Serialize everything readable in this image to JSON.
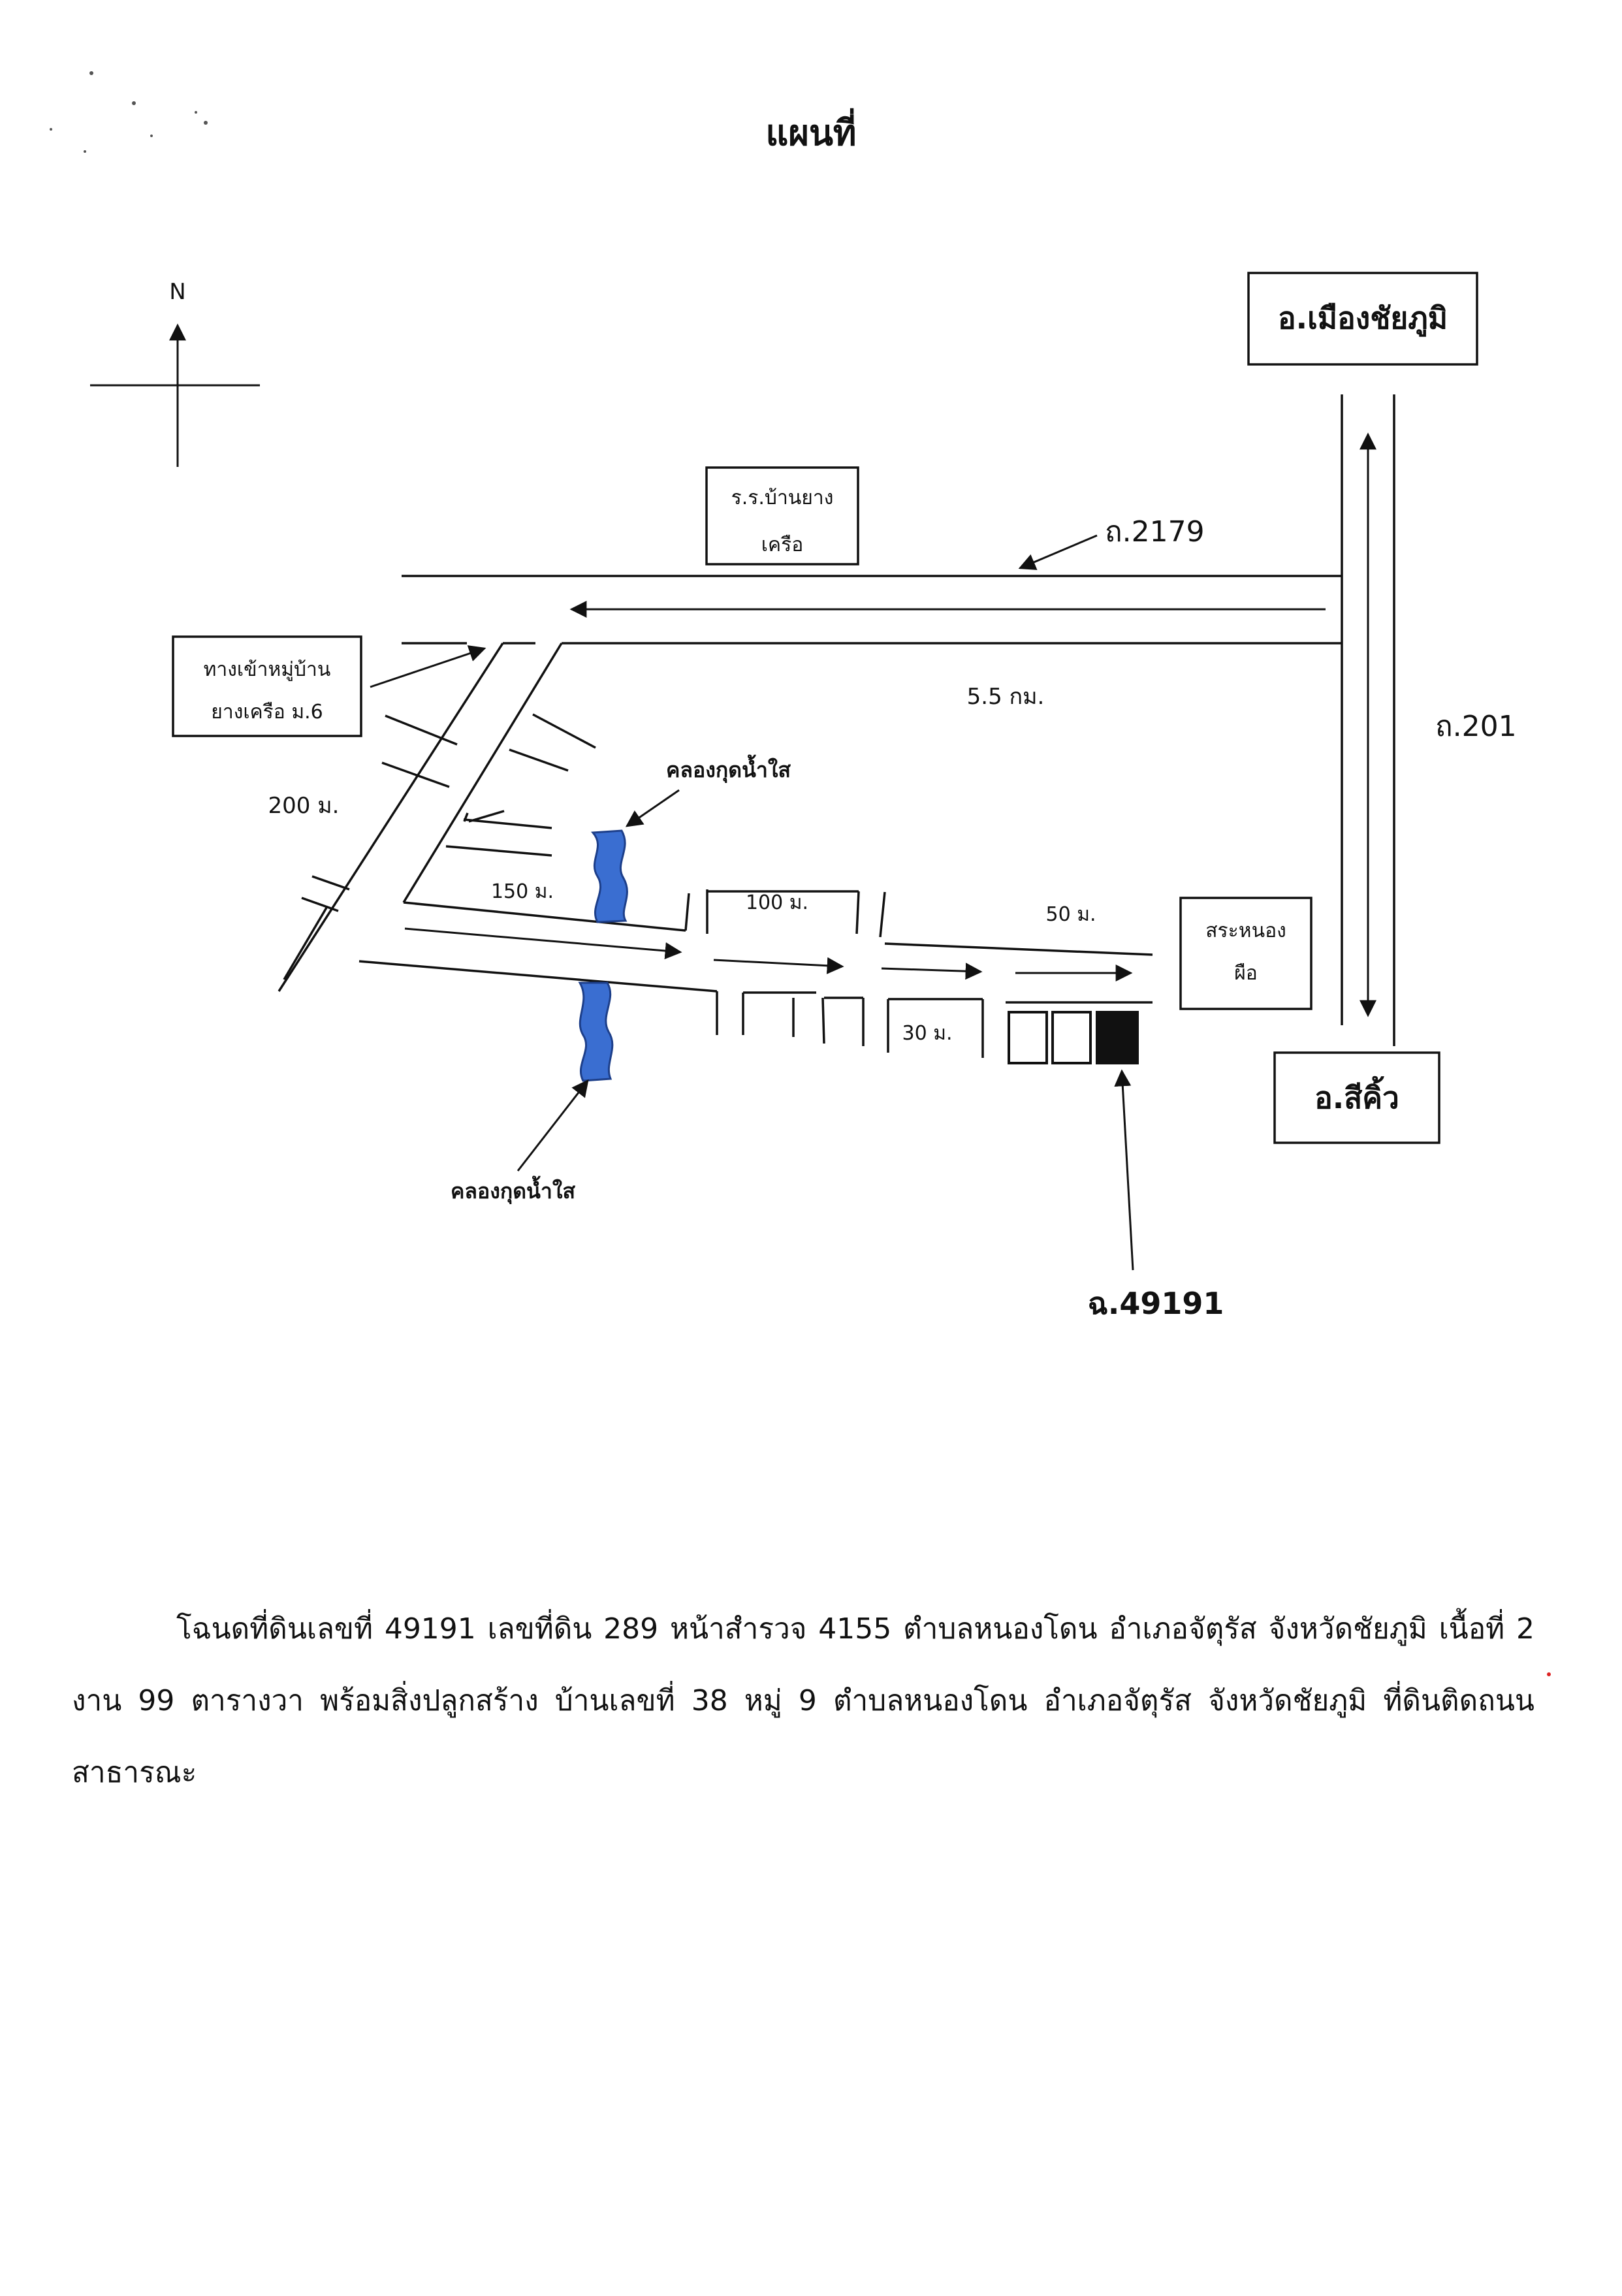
{
  "title": "แผนที่",
  "compass": {
    "label": "N"
  },
  "places": {
    "mueang_chaiyaphum": "อ.เมืองชัยภูมิ",
    "si_khio": "อ.สีคิ้ว",
    "school_line1": "ร.ร.บ้านยาง",
    "school_line2": "เครือ",
    "village_entrance_line1": "ทางเข้าหมู่บ้าน",
    "village_entrance_line2": "ยางเครือ ม.6",
    "pond_line1": "สระหนอง",
    "pond_line2": "ผือ"
  },
  "roads": {
    "road_2179": "ถ.2179",
    "road_201": "ถ.201"
  },
  "distances": {
    "d_5_5km": "5.5 กม.",
    "d_200m": "200 ม.",
    "d_150m": "150 ม.",
    "d_100m": "100 ม.",
    "d_50m": "50 ม.",
    "d_30m": "30 ม."
  },
  "canals": {
    "upper": "คลองกุดน้ำใส",
    "lower": "คลองกุดน้ำใส"
  },
  "parcel": {
    "label": "ฉ.49191"
  },
  "description": "โฉนดที่ดินเลขที่ 49191 เลขที่ดิน 289 หน้าสำรวจ 4155 ตำบลหนองโดน อำเภอจัตุรัส จังหวัดชัยภูมิ เนื้อที่ 2 งาน 99 ตารางวา พร้อมสิ่งปลูกสร้าง บ้านเลขที่ 38 หมู่ 9 ตำบลหนองโดน อำเภอจัตุรัส จังหวัดชัยภูมิ ที่ดินติดถนนสาธารณะ",
  "colors": {
    "canal_fill": "#3a6ed1",
    "parcel_fill": "#111111",
    "ink": "#111111"
  }
}
